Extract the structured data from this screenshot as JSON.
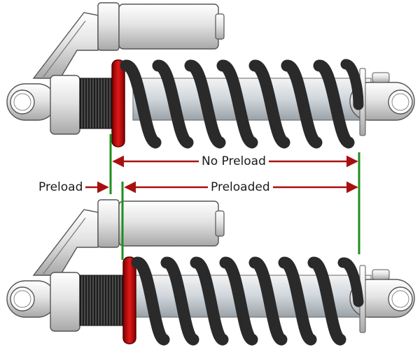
{
  "labels": {
    "no_preload": "No Preload",
    "preload": "Preload",
    "preloaded": "Preloaded"
  },
  "colors": {
    "arrow": "#a81010",
    "guide_line": "#1f8f1f",
    "spring": "#2a2a2a",
    "preload_collar": "#c41616",
    "body_metal": "#e6e6e6",
    "thread": "#2b2b2b"
  }
}
